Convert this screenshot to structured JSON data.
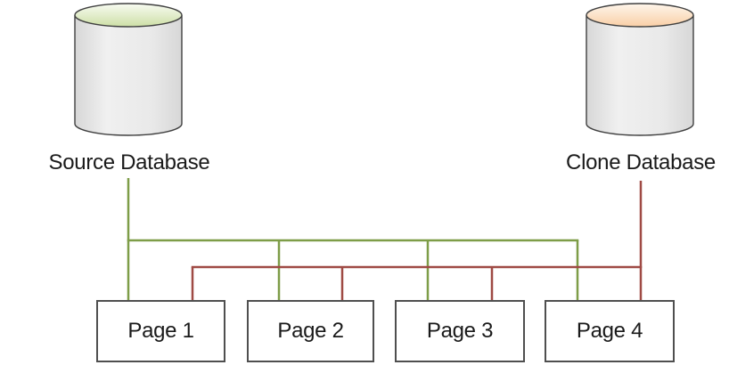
{
  "diagram": {
    "source": {
      "label": "Source Database"
    },
    "clone": {
      "label": "Clone Database"
    },
    "pages": [
      {
        "label": "Page 1"
      },
      {
        "label": "Page 2"
      },
      {
        "label": "Page 3"
      },
      {
        "label": "Page 4"
      }
    ],
    "connections": [
      {
        "from": "Source Database",
        "to": [
          "Page 1",
          "Page 2",
          "Page 3",
          "Page 4"
        ],
        "color": "#7E9D48"
      },
      {
        "from": "Clone Database",
        "to": [
          "Page 1",
          "Page 2",
          "Page 3",
          "Page 4"
        ],
        "color": "#9F4A44"
      }
    ]
  },
  "colors": {
    "source_line": "#7E9D48",
    "clone_line": "#9F4A44",
    "source_top_light": "#F6FAEE",
    "source_top_dark": "#CDDFA6",
    "clone_top_light": "#FEF4E8",
    "clone_top_dark": "#F9CFA6",
    "cylinder_body_light": "#F0F0F0",
    "cylinder_body_mid": "#E9E9E9",
    "cylinder_body_dark": "#D7D7D7",
    "cylinder_outline": "#404040"
  }
}
